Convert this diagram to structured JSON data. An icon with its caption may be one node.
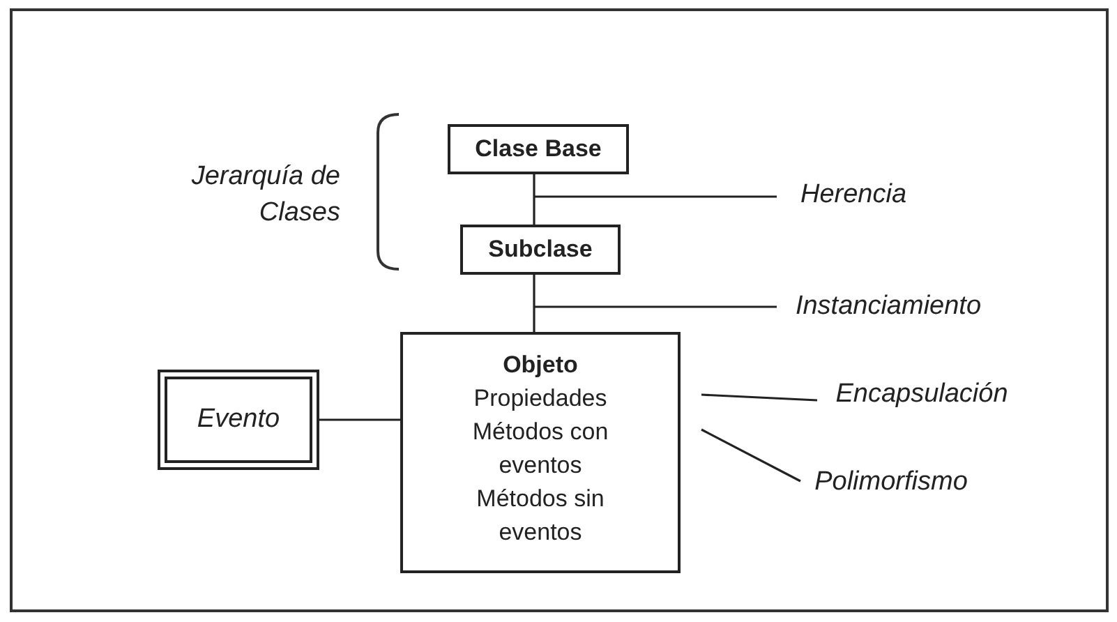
{
  "diagram": {
    "nodes": [
      {
        "text": [
          "Clase Base"
        ]
      },
      {
        "text": [
          "Subclase"
        ]
      },
      {
        "text": [
          "Objeto",
          "Propiedades",
          "Métodos con eventos",
          "Métodos sin eventos"
        ]
      },
      {
        "text": [
          "Evento"
        ]
      },
      {
        "text": [
          "Herencia"
        ]
      },
      {
        "text": [
          "Instanciamiento"
        ]
      },
      {
        "text": [
          "Encapsulación"
        ]
      },
      {
        "text": [
          "Polimorfismo"
        ]
      }
    ],
    "edges": [
      {
        "from": 0,
        "to": 1,
        "arrow": "none"
      },
      {
        "from": 1,
        "to": 2,
        "arrow": "none"
      },
      {
        "from": 3,
        "to": 2,
        "arrow": "none"
      },
      {
        "from": 4,
        "to": null,
        "arrow": "none"
      },
      {
        "from": 5,
        "to": null,
        "arrow": "none"
      },
      {
        "from": 6,
        "to": null,
        "arrow": "none"
      },
      {
        "from": 7,
        "to": null,
        "arrow": "none"
      }
    ],
    "labels": [
      "Jerarquía de Clases"
    ]
  }
}
